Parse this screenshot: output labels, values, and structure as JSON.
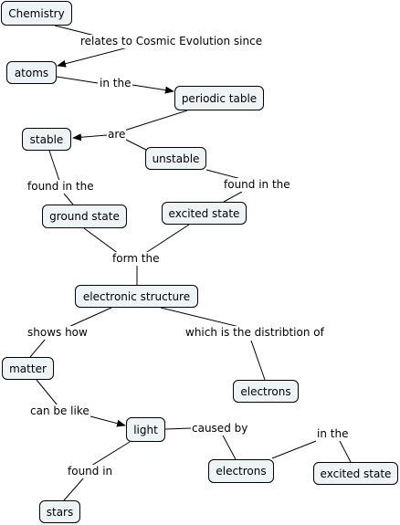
{
  "concept_map": {
    "nodes": {
      "chemistry": "Chemistry",
      "atoms": "atoms",
      "periodic_table": "periodic table",
      "stable": "stable",
      "unstable": "unstable",
      "ground_state": "ground state",
      "excited_state_1": "excited state",
      "electronic_structure": "electronic structure",
      "matter": "matter",
      "electrons_1": "electrons",
      "light": "light",
      "electrons_2": "electrons",
      "excited_state_2": "excited state",
      "stars": "stars"
    },
    "links": {
      "relates_to": "relates to Cosmic Evolution since",
      "in_the_1": "in the",
      "are": "are",
      "found_in_the_1": "found in the",
      "found_in_the_2": "found in the",
      "form_the": "form the",
      "shows_how": "shows how",
      "distribution": "which is the distribtion of",
      "can_be_like": "can be like",
      "caused_by": "caused by",
      "in_the_2": "in the",
      "found_in": "found in"
    },
    "colors": {
      "node_fill": "#eef3f5",
      "node_border": "#000000",
      "connector": "#000000"
    }
  }
}
